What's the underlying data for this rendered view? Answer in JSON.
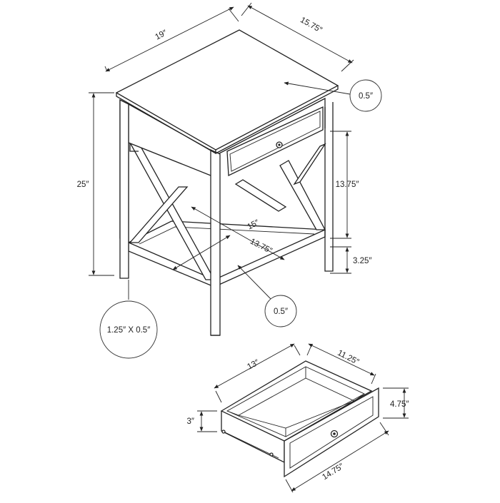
{
  "dimensions": {
    "top_depth": "19″",
    "top_width": "15.75″",
    "total_height": "25″",
    "top_thickness": "0.5″",
    "drawer_opening_height": "13.75″",
    "inner_depth": "15″",
    "inner_width": "13.75″",
    "leg_to_shelf": "3.25″",
    "shelf_thickness": "0.5″",
    "leg_size": "1.25″ X 0.5″"
  },
  "drawer": {
    "depth": "13″",
    "width": "11.25″",
    "side_height": "3″",
    "front_height": "4.75″",
    "front_width": "14.75″"
  },
  "colors": {
    "line": "#222222",
    "background": "#ffffff"
  }
}
